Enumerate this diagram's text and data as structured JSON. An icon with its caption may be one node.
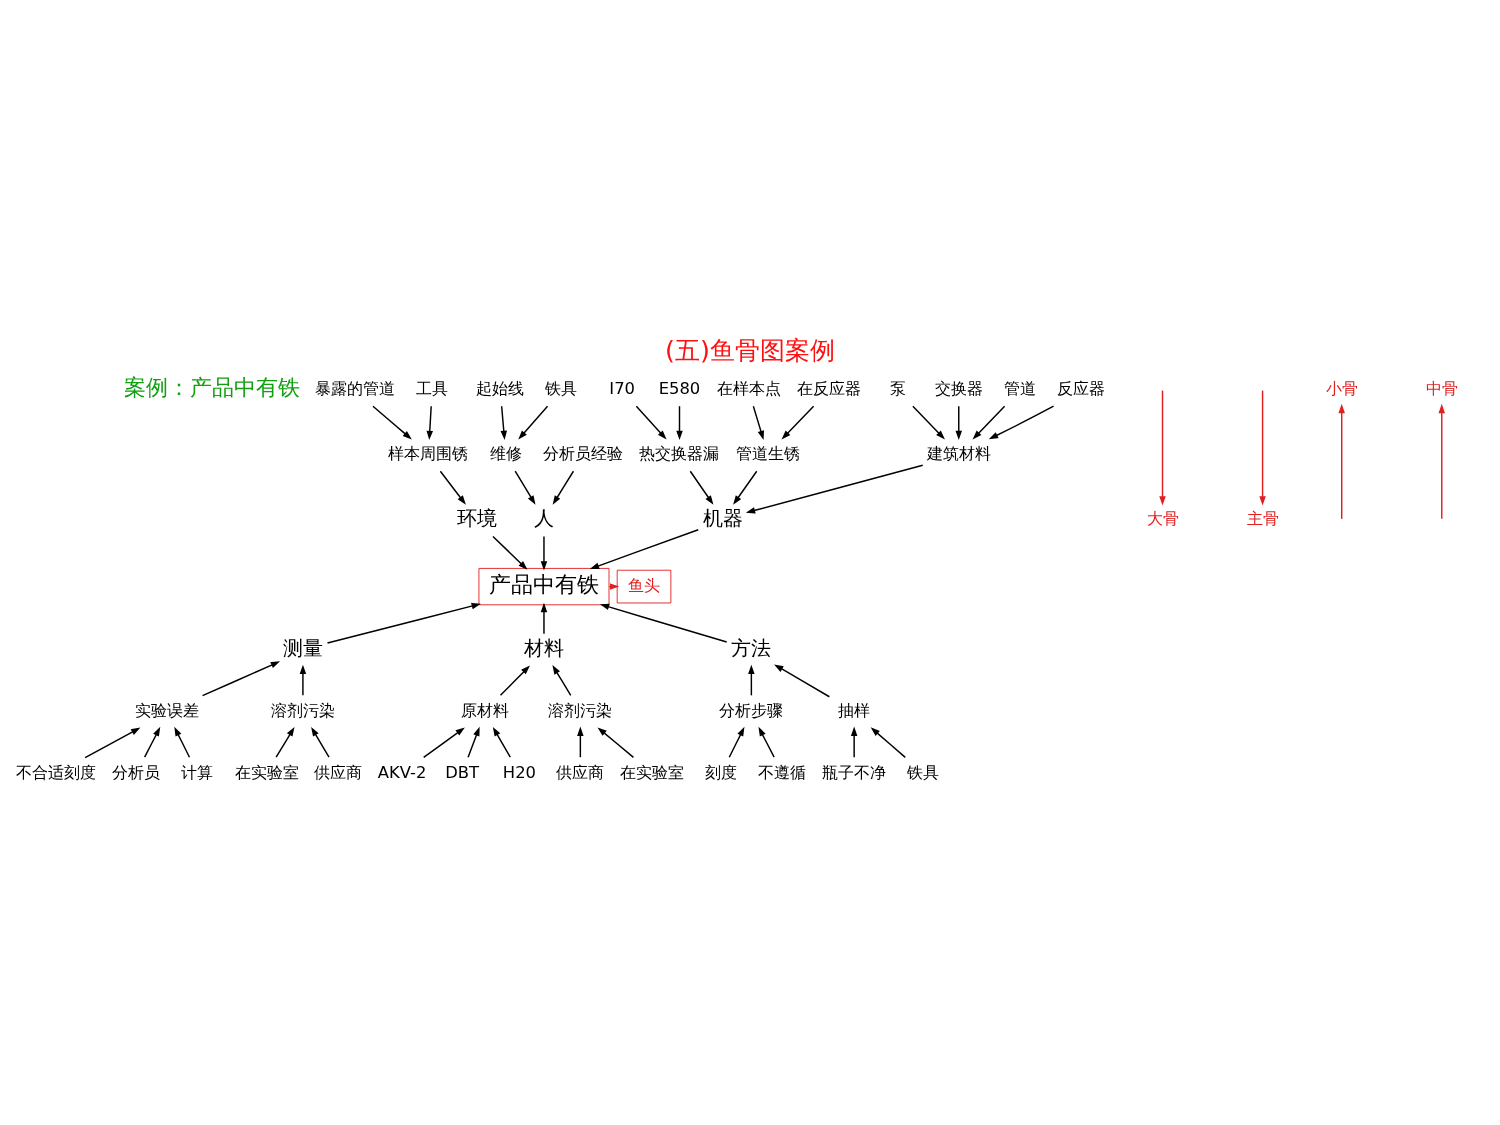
{
  "diagram": {
    "title": "(五)鱼骨图案例",
    "nodes": [
      {
        "text": [
          "产品中有铁"
        ]
      },
      {
        "text": [
          "环境"
        ]
      },
      {
        "text": [
          "人"
        ]
      },
      {
        "text": [
          "机器"
        ]
      },
      {
        "text": [
          "测量"
        ]
      },
      {
        "text": [
          "材料"
        ]
      },
      {
        "text": [
          "方法"
        ]
      },
      {
        "text": [
          "样本周围锈"
        ]
      },
      {
        "text": [
          "暴露的管道"
        ]
      },
      {
        "text": [
          "工具"
        ]
      },
      {
        "text": [
          "维修"
        ]
      },
      {
        "text": [
          "起始线"
        ]
      },
      {
        "text": [
          "铁具"
        ]
      },
      {
        "text": [
          "分析员经验"
        ]
      },
      {
        "text": [
          "热交换器漏"
        ]
      },
      {
        "text": [
          "I70"
        ]
      },
      {
        "text": [
          "E580"
        ]
      },
      {
        "text": [
          "管道生锈"
        ]
      },
      {
        "text": [
          "在样本点"
        ]
      },
      {
        "text": [
          "在反应器"
        ]
      },
      {
        "text": [
          "建筑材料"
        ]
      },
      {
        "text": [
          "泵"
        ]
      },
      {
        "text": [
          "交换器"
        ]
      },
      {
        "text": [
          "管道"
        ]
      },
      {
        "text": [
          "反应器"
        ]
      },
      {
        "text": [
          "实验误差"
        ]
      },
      {
        "text": [
          "不合适刻度"
        ]
      },
      {
        "text": [
          "分析员"
        ]
      },
      {
        "text": [
          "计算"
        ]
      },
      {
        "text": [
          "溶剂污染"
        ]
      },
      {
        "text": [
          "在实验室"
        ]
      },
      {
        "text": [
          "供应商"
        ]
      },
      {
        "text": [
          "原材料"
        ]
      },
      {
        "text": [
          "AKV-2"
        ]
      },
      {
        "text": [
          "DBT"
        ]
      },
      {
        "text": [
          "H20"
        ]
      },
      {
        "text": [
          "溶剂污染"
        ]
      },
      {
        "text": [
          "供应商"
        ]
      },
      {
        "text": [
          "在实验室"
        ]
      },
      {
        "text": [
          "分析步骤"
        ]
      },
      {
        "text": [
          "刻度"
        ]
      },
      {
        "text": [
          "不遵循"
        ]
      },
      {
        "text": [
          "抽样"
        ]
      },
      {
        "text": [
          "瓶子不净"
        ]
      },
      {
        "text": [
          "铁具"
        ]
      },
      {
        "text": [
          "大骨"
        ]
      },
      {
        "text": [
          "主骨"
        ]
      },
      {
        "text": [
          "小骨"
        ]
      },
      {
        "text": [
          "中骨"
        ]
      },
      {
        "text": [
          "鱼头"
        ]
      }
    ],
    "edges": [
      {
        "from": 1,
        "to": 0,
        "arrow": "to"
      },
      {
        "from": 2,
        "to": 0,
        "arrow": "to"
      },
      {
        "from": 3,
        "to": 0,
        "arrow": "to"
      },
      {
        "from": 4,
        "to": 0,
        "arrow": "to"
      },
      {
        "from": 5,
        "to": 0,
        "arrow": "to"
      },
      {
        "from": 6,
        "to": 0,
        "arrow": "to"
      },
      {
        "from": 7,
        "to": 1,
        "arrow": "to"
      },
      {
        "from": 8,
        "to": 7,
        "arrow": "to"
      },
      {
        "from": 9,
        "to": 7,
        "arrow": "to"
      },
      {
        "from": 10,
        "to": 2,
        "arrow": "to"
      },
      {
        "from": 11,
        "to": 10,
        "arrow": "to"
      },
      {
        "from": 12,
        "to": 10,
        "arrow": "to"
      },
      {
        "from": 13,
        "to": 2,
        "arrow": "to"
      },
      {
        "from": 14,
        "to": 3,
        "arrow": "to"
      },
      {
        "from": 15,
        "to": 14,
        "arrow": "to"
      },
      {
        "from": 16,
        "to": 14,
        "arrow": "to"
      },
      {
        "from": 17,
        "to": 3,
        "arrow": "to"
      },
      {
        "from": 18,
        "to": 17,
        "arrow": "to"
      },
      {
        "from": 19,
        "to": 17,
        "arrow": "to"
      },
      {
        "from": 20,
        "to": 3,
        "arrow": "to"
      },
      {
        "from": 21,
        "to": 20,
        "arrow": "to"
      },
      {
        "from": 22,
        "to": 20,
        "arrow": "to"
      },
      {
        "from": 23,
        "to": 20,
        "arrow": "to"
      },
      {
        "from": 24,
        "to": 20,
        "arrow": "to"
      },
      {
        "from": 25,
        "to": 4,
        "arrow": "to"
      },
      {
        "from": 26,
        "to": 25,
        "arrow": "to"
      },
      {
        "from": 27,
        "to": 25,
        "arrow": "to"
      },
      {
        "from": 28,
        "to": 25,
        "arrow": "to"
      },
      {
        "from": 29,
        "to": 4,
        "arrow": "to"
      },
      {
        "from": 30,
        "to": 29,
        "arrow": "to"
      },
      {
        "from": 31,
        "to": 29,
        "arrow": "to"
      },
      {
        "from": 32,
        "to": 5,
        "arrow": "to"
      },
      {
        "from": 33,
        "to": 32,
        "arrow": "to"
      },
      {
        "from": 34,
        "to": 32,
        "arrow": "to"
      },
      {
        "from": 35,
        "to": 32,
        "arrow": "to"
      },
      {
        "from": 36,
        "to": 5,
        "arrow": "to"
      },
      {
        "from": 37,
        "to": 36,
        "arrow": "to"
      },
      {
        "from": 38,
        "to": 36,
        "arrow": "to"
      },
      {
        "from": 39,
        "to": 6,
        "arrow": "to"
      },
      {
        "from": 40,
        "to": 39,
        "arrow": "to"
      },
      {
        "from": 41,
        "to": 39,
        "arrow": "to"
      },
      {
        "from": 42,
        "to": 6,
        "arrow": "to"
      },
      {
        "from": 43,
        "to": 42,
        "arrow": "to"
      },
      {
        "from": 44,
        "to": 42,
        "arrow": "to"
      },
      {
        "from": null,
        "to": 45,
        "arrow": "to",
        "color": "#e02020"
      },
      {
        "from": null,
        "to": 46,
        "arrow": "to",
        "color": "#e02020"
      },
      {
        "from": null,
        "to": 47,
        "arrow": "to",
        "color": "#e02020"
      },
      {
        "from": null,
        "to": 48,
        "arrow": "to",
        "color": "#e02020"
      },
      {
        "from": 0,
        "to": 49,
        "arrow": "to",
        "color": "#e02020"
      }
    ],
    "labels": [
      "案例：产品中有铁"
    ]
  }
}
